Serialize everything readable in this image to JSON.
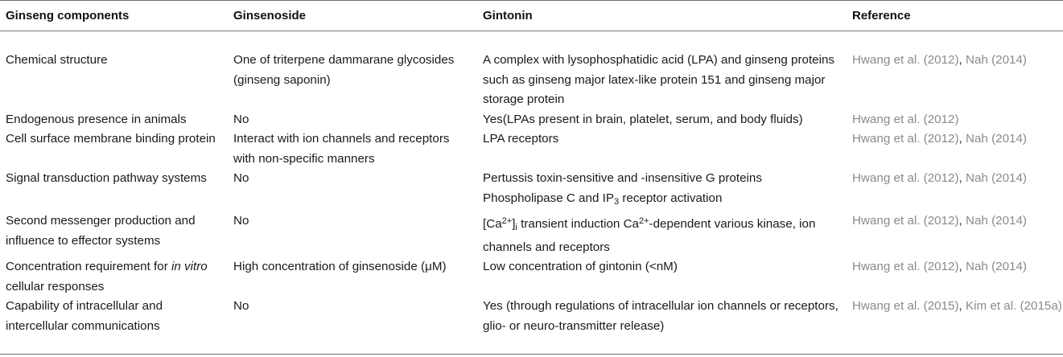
{
  "headers": [
    "Ginseng components",
    "Ginsenoside",
    "Gintonin",
    "Reference"
  ],
  "rows": [
    {
      "component": "Chemical structure",
      "ginsenoside": "One of triterpene dammarane glycosides (ginseng saponin)",
      "gintonin": "A complex with lysophosphatidic acid (LPA) and ginseng proteins such as ginseng major latex-like protein 151 and ginseng major storage protein",
      "refs": [
        "Hwang et al. (2012)",
        "Nah (2014)"
      ]
    },
    {
      "component": "Endogenous presence in animals",
      "ginsenoside": "No",
      "gintonin": "Yes(LPAs present in brain, platelet, serum, and body fluids)",
      "refs": [
        "Hwang et al. (2012)"
      ]
    },
    {
      "component": "Cell surface membrane binding protein",
      "ginsenoside": "Interact with ion channels and receptors with non-specific manners",
      "gintonin": "LPA receptors",
      "refs": [
        "Hwang et al. (2012)",
        "Nah (2014)"
      ]
    },
    {
      "component": "Signal transduction pathway systems",
      "ginsenoside": "No",
      "gintonin_line1": "Pertussis toxin-sensitive and -insensitive G proteins",
      "gintonin_line2_prefix": "Phospholipase C and IP",
      "gintonin_line2_sub": "3",
      "gintonin_line2_suffix": " receptor activation",
      "refs": [
        "Hwang et al. (2012)",
        "Nah (2014)"
      ]
    },
    {
      "component": "Second messenger production and influence to effector systems",
      "ginsenoside": "No",
      "gintonin_p1": "[Ca",
      "gintonin_sup1": "2+",
      "gintonin_p2": "]",
      "gintonin_sub1": "i",
      "gintonin_p3": " transient induction Ca",
      "gintonin_sup2": "2+",
      "gintonin_p4": "-dependent various kinase, ion channels and receptors",
      "refs": [
        "Hwang et al. (2012)",
        "Nah (2014)"
      ]
    },
    {
      "component_prefix": "Concentration requirement for ",
      "component_italic": "in vitro",
      "component_suffix": " cellular responses",
      "ginsenoside": "High concentration of ginsenoside (μM)",
      "gintonin": "Low concentration of gintonin (<nM)",
      "refs": [
        "Hwang et al. (2012)",
        "Nah (2014)"
      ]
    },
    {
      "component": "Capability of intracellular and intercellular communications",
      "ginsenoside": "No",
      "gintonin": "Yes (through regulations of intracellular ion channels or receptors, glio- or neuro-transmitter release)",
      "refs": [
        "Hwang et al. (2015)",
        "Kim et al. (2015a)"
      ]
    }
  ],
  "colors": {
    "rule": "#6d6d6d",
    "reference_text": "#8a8a8a",
    "text": "#1a1a1a"
  }
}
